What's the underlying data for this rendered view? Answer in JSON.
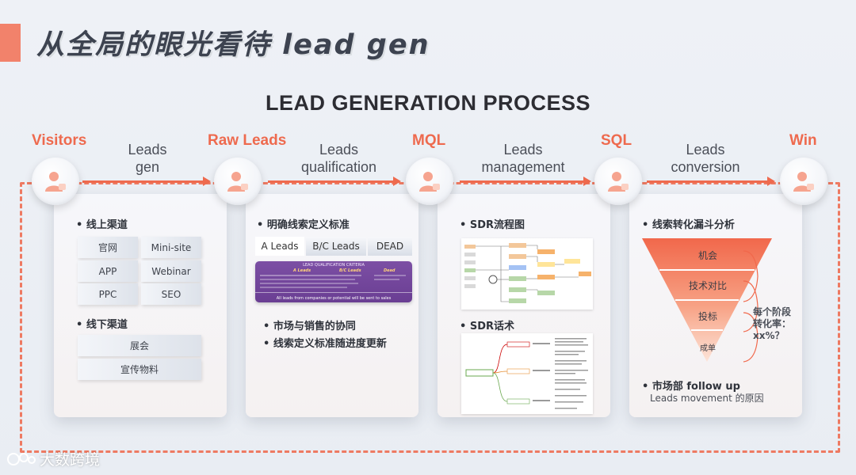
{
  "title": "从全局的眼光看待 lead  gen",
  "process_title": "LEAD GENERATION PROCESS",
  "stages": [
    "Visitors",
    "Raw Leads",
    "MQL",
    "SQL",
    "Win"
  ],
  "steps": [
    {
      "line1": "Leads",
      "line2": "gen"
    },
    {
      "line1": "Leads",
      "line2": "qualification"
    },
    {
      "line1": "Leads",
      "line2": "management"
    },
    {
      "line1": "Leads",
      "line2": "conversion"
    }
  ],
  "card1": {
    "online_head": "• 线上渠道",
    "online_chips": [
      "官网",
      "Mini-site",
      "APP",
      "Webinar",
      "PPC",
      "SEO"
    ],
    "offline_head": "• 线下渠道",
    "offline_chips": [
      "展会",
      "宣传物料"
    ]
  },
  "card2": {
    "head": "• 明确线索定义标准",
    "tabs": [
      "A Leads",
      "B/C Leads",
      "DEAD"
    ],
    "criteria_title": "LEAD QUALIFICATION CRITERIA",
    "criteria_cols": [
      "A Leads",
      "B/C Leads",
      "Dead"
    ],
    "criteria_foot": "All leads from companies or potential will be sent to sales",
    "bullets": [
      "• 市场与销售的协同",
      "• 线索定义标准随进度更新"
    ]
  },
  "card3": {
    "head1": "• SDR流程图",
    "head2": "• SDR话术"
  },
  "card4": {
    "head": "• 线索转化漏斗分析",
    "funnel": [
      "机会",
      "技术对比",
      "投标",
      "成单"
    ],
    "note": [
      "每个阶段",
      "转化率：",
      "xx%？"
    ],
    "follow_head": "• 市场部 follow up",
    "follow_sub": "Leads movement 的原因"
  },
  "watermark": "大数跨境",
  "colors": {
    "accent": "#ee6a4e",
    "funnel_top": "#f1684b",
    "funnel_bottom": "#fde4d8"
  }
}
